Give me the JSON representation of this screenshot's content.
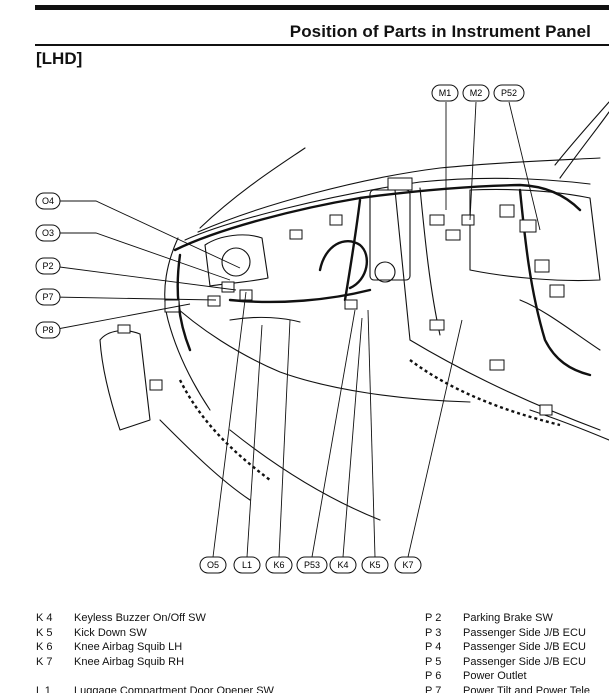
{
  "page": {
    "title": "Position of Parts in Instrument Panel",
    "section": "[LHD]"
  },
  "callouts": {
    "left": [
      "O4",
      "O3",
      "P2",
      "P7",
      "P8"
    ],
    "top": [
      "M1",
      "M2",
      "P52"
    ],
    "bottom": [
      "O5",
      "L1",
      "K6",
      "P53",
      "K4",
      "K5",
      "K7"
    ]
  },
  "legend": {
    "left": [
      {
        "code": "K  4",
        "label": "Keyless Buzzer On/Off SW"
      },
      {
        "code": "K  5",
        "label": "Kick Down SW"
      },
      {
        "code": "K  6",
        "label": "Knee Airbag Squib LH"
      },
      {
        "code": "K  7",
        "label": "Knee Airbag Squib RH"
      }
    ],
    "right": [
      {
        "code": "P  2",
        "label": "Parking Brake SW"
      },
      {
        "code": "P  3",
        "label": "Passenger Side J/B ECU"
      },
      {
        "code": "P  4",
        "label": "Passenger Side J/B ECU"
      },
      {
        "code": "P  5",
        "label": "Passenger Side J/B ECU"
      },
      {
        "code": "P  6",
        "label": "Power Outlet"
      }
    ],
    "left_partial": {
      "code": "L  1",
      "label": "Luggage Compartment Door Opener SW"
    },
    "right_partial": {
      "code": "P  7",
      "label": "Power Tilt and Power Tele"
    }
  },
  "colors": {
    "ink": "#111111",
    "background": "#ffffff"
  }
}
